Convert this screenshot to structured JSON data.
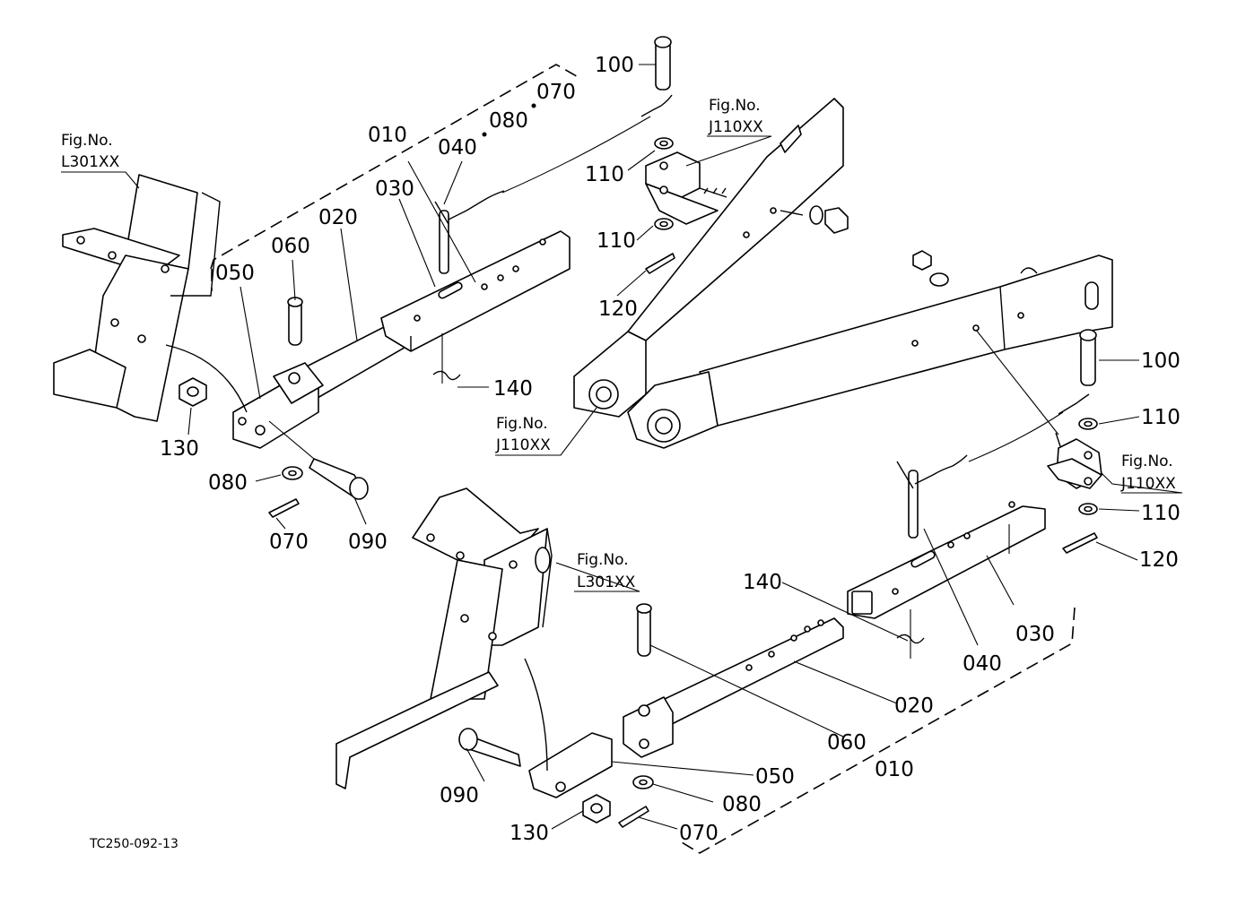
{
  "drawing_code": "TC250-092-13",
  "top_group": {
    "labels": {
      "p010": "010",
      "p020": "020",
      "p030": "030",
      "p040": "040",
      "p080": "080",
      "p070": "070",
      "p050": "050",
      "p060": "060",
      "p100": "100",
      "p110a": "110",
      "p110b": "110",
      "p120": "120",
      "p130": "130",
      "p080b": "080",
      "p070b": "070",
      "p090": "090",
      "p140": "140"
    },
    "refs": [
      {
        "line1": "Fig.No.",
        "line2": "L301XX"
      },
      {
        "line1": "Fig.No.",
        "line2": "J110XX"
      },
      {
        "line1": "Fig.No.",
        "line2": "J110XX"
      }
    ]
  },
  "bottom_group": {
    "labels": {
      "p100": "100",
      "p110a": "110",
      "p110b": "110",
      "p120": "120",
      "p140": "140",
      "p030": "030",
      "p040": "040",
      "p020": "020",
      "p060": "060",
      "p010": "010",
      "p050": "050",
      "p090": "090",
      "p080": "080",
      "p130": "130",
      "p070": "070"
    },
    "refs": [
      {
        "line1": "Fig.No.",
        "line2": "J110XX"
      },
      {
        "line1": "Fig.No.",
        "line2": "L301XX"
      }
    ]
  }
}
